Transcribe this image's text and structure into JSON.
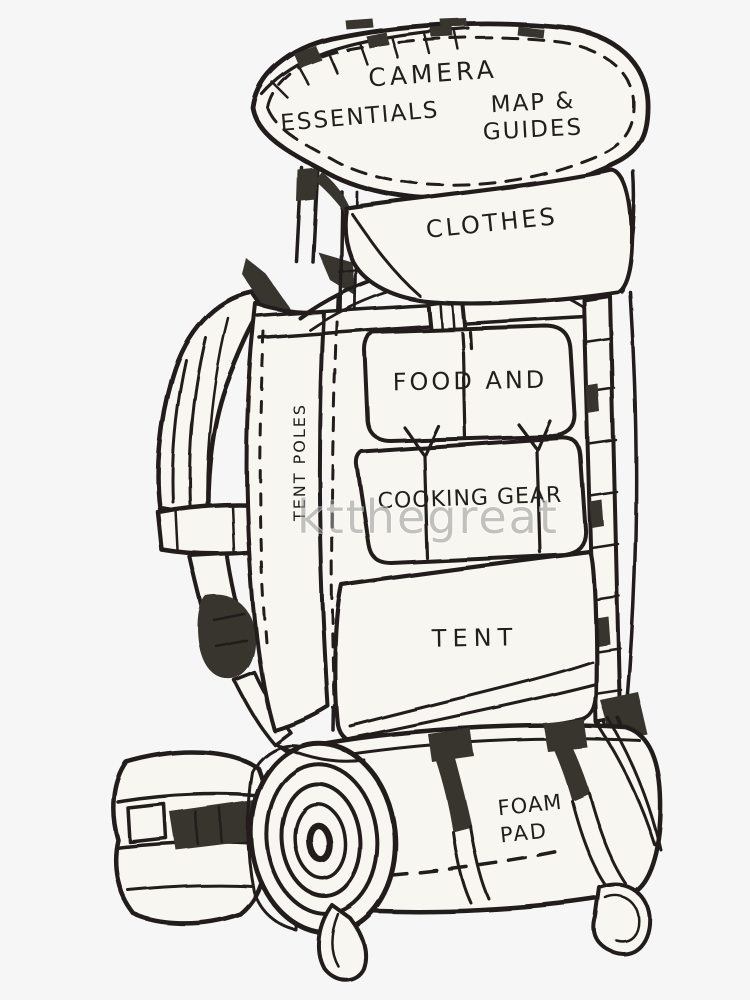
{
  "illustration": {
    "description": "hand-drawn external-frame hiking backpack with labeled packing compartments",
    "watermark": "ktthegreat"
  },
  "labels": {
    "camera": "CAMERA",
    "essentials": "ESSENTIALS",
    "map_guides_1": "MAP &",
    "map_guides_2": "GUIDES",
    "clothes": "CLOTHES",
    "food": "FOOD AND",
    "cooking_gear": "COOKING GEAR",
    "tent": "TENT",
    "tent_poles": "TENT POLES",
    "foam_1": "FOAM",
    "foam_2": "PAD"
  },
  "colors": {
    "background": "#f6f6f6",
    "paper": "#f8f6f0",
    "ink": "#211f1c",
    "shade": "#38342e",
    "watermark": "#9b9b9b"
  }
}
